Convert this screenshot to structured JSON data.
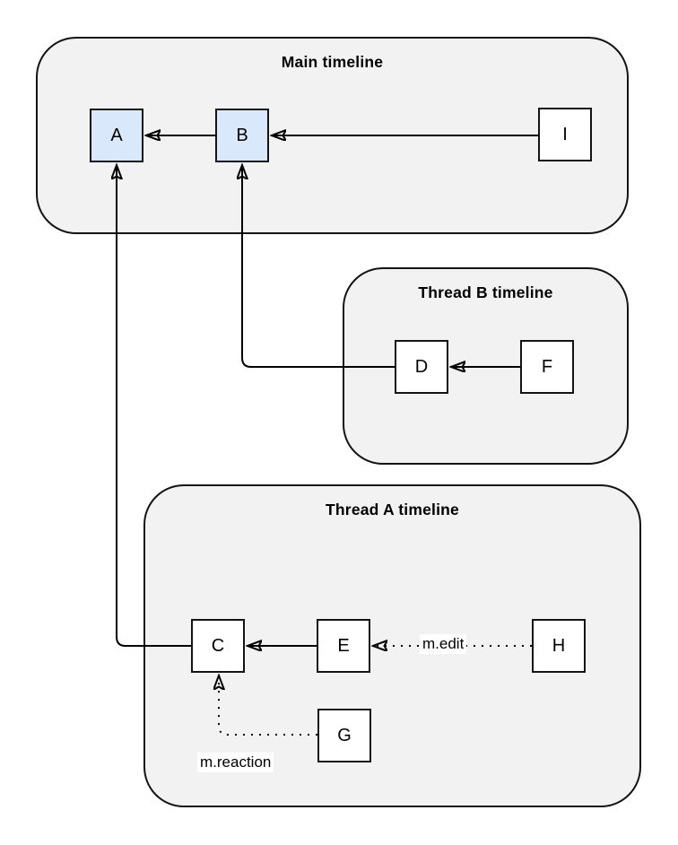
{
  "diagram": {
    "type": "event-dag-timelines",
    "containers": [
      {
        "id": "main",
        "title": "Main timeline"
      },
      {
        "id": "thread_b",
        "title": "Thread B timeline"
      },
      {
        "id": "thread_a",
        "title": "Thread A timeline"
      }
    ],
    "nodes": [
      {
        "id": "A",
        "container": "main",
        "highlighted": true
      },
      {
        "id": "B",
        "container": "main",
        "highlighted": true
      },
      {
        "id": "I",
        "container": "main",
        "highlighted": false
      },
      {
        "id": "D",
        "container": "thread_b",
        "highlighted": false
      },
      {
        "id": "F",
        "container": "thread_b",
        "highlighted": false
      },
      {
        "id": "C",
        "container": "thread_a",
        "highlighted": false
      },
      {
        "id": "E",
        "container": "thread_a",
        "highlighted": false
      },
      {
        "id": "H",
        "container": "thread_a",
        "highlighted": false
      },
      {
        "id": "G",
        "container": "thread_a",
        "highlighted": false
      }
    ],
    "edges": [
      {
        "from": "B",
        "to": "A",
        "style": "solid",
        "label": ""
      },
      {
        "from": "I",
        "to": "B",
        "style": "solid",
        "label": ""
      },
      {
        "from": "F",
        "to": "D",
        "style": "solid",
        "label": ""
      },
      {
        "from": "D",
        "to": "B",
        "style": "solid",
        "label": ""
      },
      {
        "from": "C",
        "to": "A",
        "style": "solid",
        "label": ""
      },
      {
        "from": "E",
        "to": "C",
        "style": "solid",
        "label": ""
      },
      {
        "from": "H",
        "to": "E",
        "style": "dotted",
        "label": "m.edit"
      },
      {
        "from": "G",
        "to": "C",
        "style": "dotted",
        "label": "m.reaction"
      }
    ]
  },
  "colors": {
    "canvas_bg": "#ffffff",
    "container_fill": "#f2f2f2",
    "container_stroke": "#141414",
    "node_fill": "#ffffff",
    "node_stroke": "#141414",
    "highlight_fill": "#dae8fc",
    "edge_color": "#000000",
    "label_bg": "#ffffff",
    "text_color": "#000000"
  }
}
